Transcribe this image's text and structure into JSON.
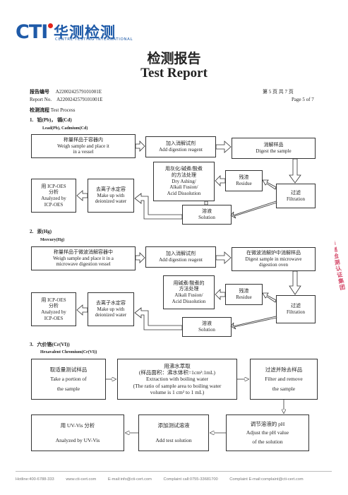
{
  "header": {
    "logo_mark": "CTI",
    "logo_cn": "华测检测",
    "logo_en": "CENTRE TESTING INTERNATIONAL",
    "title_cn": "检测报告",
    "title_en": "Test Report"
  },
  "meta": {
    "report_no_label_cn": "报告编号",
    "report_no_label_en": "Report No.",
    "report_no": "A2200242579101001E",
    "page_cn": "第 5 页 共 7 页",
    "page_en": "Page 5 of 7"
  },
  "process": {
    "heading_cn": "检测流程",
    "heading_en": "Test Process"
  },
  "sections": [
    {
      "num": "1.",
      "title": "铅(Pb)， 镉(Cd)",
      "subtitle": "Lead(Pb), Cadmium(Cd)"
    },
    {
      "num": "2.",
      "title": "汞(Hg)",
      "subtitle": "Mercury(Hg)"
    },
    {
      "num": "3.",
      "title": "六价铬(Cr(VI))",
      "subtitle": "Hexavalent Chromium(Cr(VI))"
    }
  ],
  "flow1": {
    "weigh": [
      "称量样品于容器内",
      "Weigh sample and place it",
      "in a vessel"
    ],
    "digest_add": [
      "加入消解试剂",
      "Add digestion reagent"
    ],
    "digest": [
      "消解样品",
      "Digest the sample"
    ],
    "ashing": [
      "用灰化/碱煮/酸煮",
      "的方法处理",
      "Dry Ashing/",
      "Alkali Fusion/",
      "Acid Dissolution"
    ],
    "residue": [
      "残渣",
      "Residue"
    ],
    "filtration": [
      "过滤",
      "Filtration"
    ],
    "solution": [
      "溶液",
      "Solution"
    ],
    "makeup": [
      "去离子水定容",
      "Make up with",
      "deionized water"
    ],
    "icp": [
      "用 ICP-OES",
      "分析",
      "Analyzed by",
      "ICP-OES"
    ]
  },
  "flow2": {
    "weigh": [
      "称量样品于微波消解容器中",
      "Weigh sample and place it in a",
      "microwave digestion vessel"
    ],
    "digest_add": [
      "加入消解试剂",
      "Add digestion reagent"
    ],
    "digest": [
      "在微波消解炉中消解样品",
      "Digest sample in microwave",
      "digestion oven"
    ],
    "fusion": [
      "用碱煮/酸煮的",
      "方法处理",
      "Alkali Fusion/",
      "Acid Dissolution"
    ],
    "residue": [
      "残渣",
      "Residue"
    ],
    "filtration": [
      "过滤",
      "Filtration"
    ],
    "solution": [
      "溶液",
      "Solution"
    ],
    "makeup": [
      "去离子水定容",
      "Make up with",
      "deionized water"
    ],
    "icp": [
      "用 ICP-OES",
      "分析",
      "Analyzed by",
      "ICP-OES"
    ]
  },
  "flow3": {
    "take": [
      "取适量测试样品",
      "Take a portion of",
      "the sample"
    ],
    "extract": [
      "用沸水萃取",
      "(样品面积：沸水体积=1cm²:1mL)",
      "Extraction with boiling water",
      "(The ratio of sample area to boiling water",
      "volume is 1 cm² to 1 mL)"
    ],
    "filter": [
      "过滤并除去样品",
      "Filter and remove",
      "the sample"
    ],
    "uvvis": [
      "用 UV-Vis 分析",
      "Analyzed by UV-Vis"
    ],
    "add_test": [
      "添加测试溶液",
      "Add test solution"
    ],
    "adjust": [
      "调节溶液的 pH",
      "Adjust the pH value",
      "of the solution"
    ]
  },
  "stamp": "华测检测认证集团",
  "footer": {
    "hotline": "Hotline:400-6788-333",
    "web": "www.cti-cert.com",
    "email": "E-mail:info@cti-cert.com",
    "complaint_call": "Complaint call:0755-33681700",
    "complaint_email": "Complaint E-mail:complaint@cti-cert.com"
  }
}
